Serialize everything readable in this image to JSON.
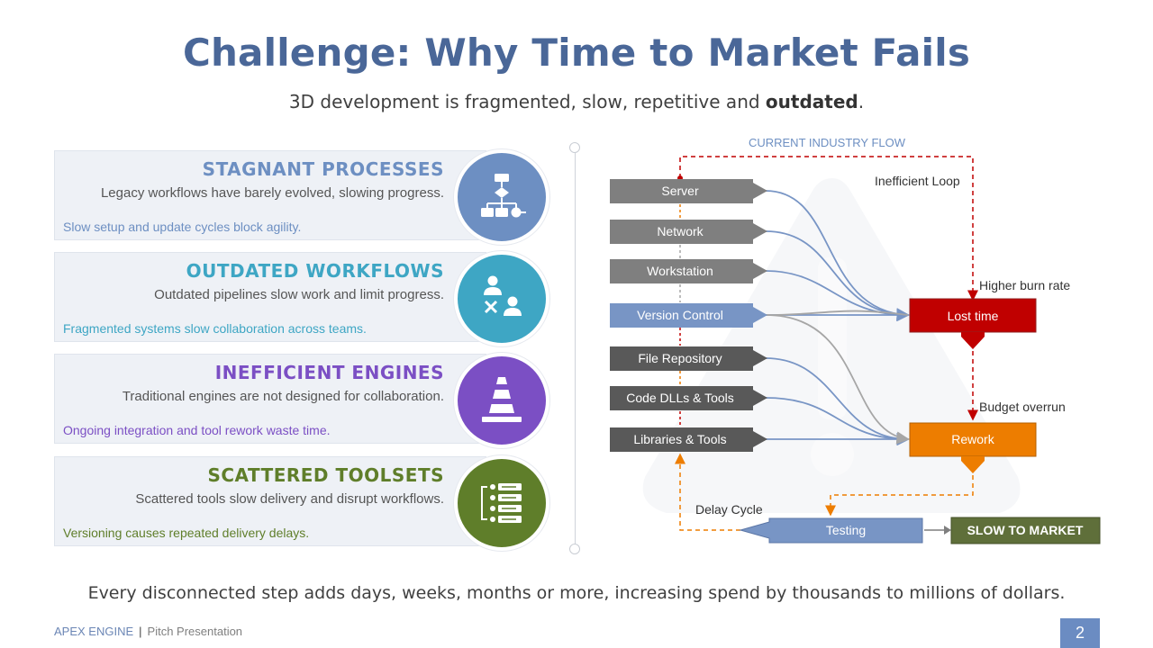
{
  "header": {
    "title": "Challenge: Why Time to Market Fails",
    "subtitle_pre": "3D development is fragmented, slow, repetitive and ",
    "subtitle_bold": "outdated",
    "subtitle_post": "."
  },
  "cards": [
    {
      "heading": "STAGNANT PROCESSES",
      "desc": "Legacy workflows have barely evolved, slowing progress.",
      "note": "Slow setup and update cycles block agility.",
      "color": "#6d8fc2",
      "icon": "flowchart-icon"
    },
    {
      "heading": "OUTDATED WORKFLOWS",
      "desc": "Outdated pipelines slow work and limit progress.",
      "note": "Fragmented systems slow collaboration across teams.",
      "color": "#3ea6c4",
      "icon": "disconnected-users-icon"
    },
    {
      "heading": "INEFFICIENT ENGINES",
      "desc": "Traditional engines are not designed for collaboration.",
      "note": "Ongoing integration and tool rework waste time.",
      "color": "#7b4fc4",
      "icon": "traffic-cone-icon"
    },
    {
      "heading": "SCATTERED TOOLSETS",
      "desc": "Scattered tools slow delivery and disrupt workflows.",
      "note": "Versioning causes repeated delivery delays.",
      "color": "#5f7e2a",
      "icon": "stacked-tools-icon"
    }
  ],
  "flow": {
    "heading": "CURRENT INDUSTRY FLOW",
    "steps": [
      "Server",
      "Network",
      "Workstation",
      "Version Control",
      "File Repository",
      "Code DLLs & Tools",
      "Libraries & Tools"
    ],
    "lost_time": "Lost time",
    "rework": "Rework",
    "testing": "Testing",
    "slow_to_market": "SLOW TO MARKET",
    "labels": {
      "inefficient_loop": "Inefficient Loop",
      "higher_burn_rate": "Higher burn rate",
      "budget_overrun": "Budget overrun",
      "delay_cycle": "Delay Cycle"
    },
    "colors": {
      "step_gray": "#7f7f7f",
      "step_dark": "#595959",
      "version_control": "#7895c5",
      "lost_time": "#c00000",
      "rework": "#ed7d00",
      "testing": "#7895c5",
      "slow_to_market": "#5f6f3a"
    }
  },
  "footer": {
    "statement": "Every disconnected step adds days, weeks, months or more, increasing spend by thousands to millions of dollars.",
    "brand": "APEX ENGINE",
    "separator": "|",
    "presentation": "Pitch Presentation",
    "page_number": "2"
  }
}
